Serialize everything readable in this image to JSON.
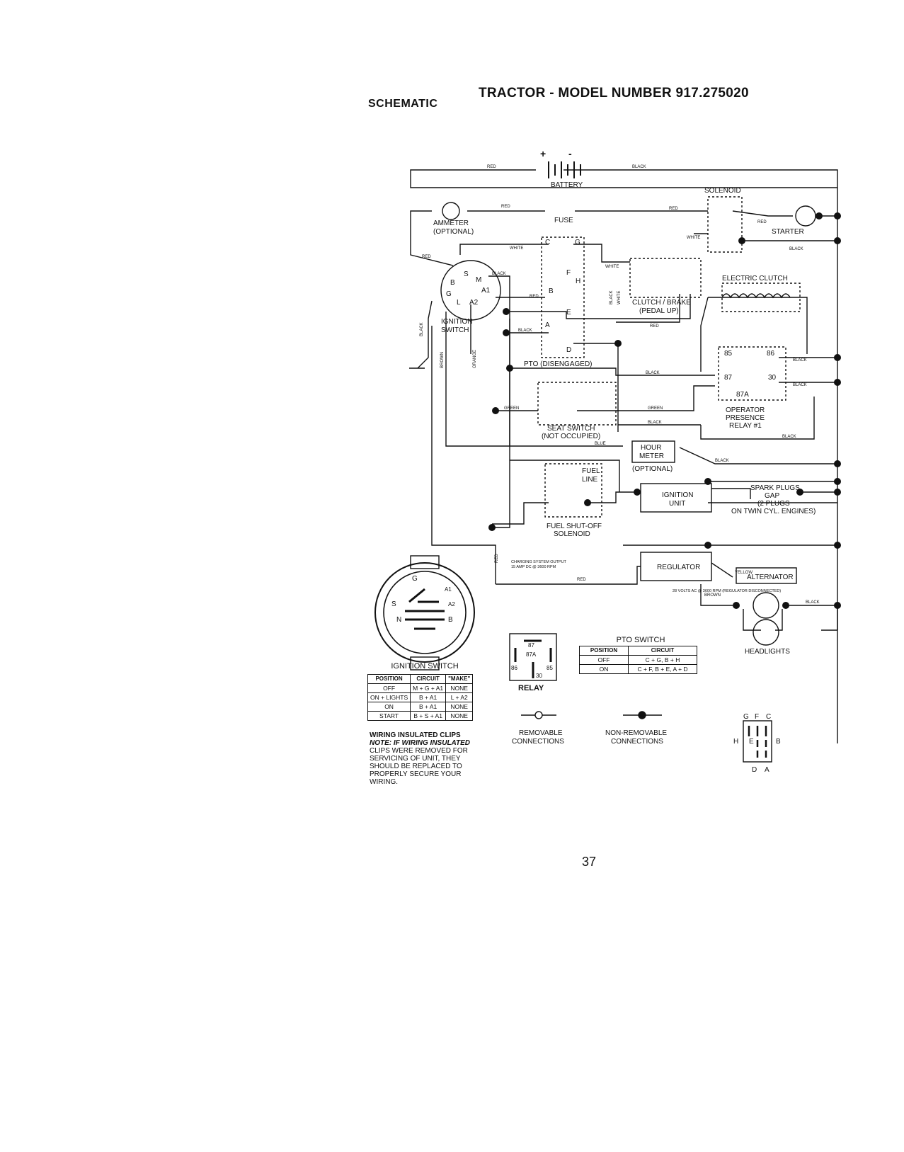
{
  "header": {
    "schematic_label": "SCHEMATIC",
    "title": "TRACTOR - MODEL NUMBER 917.275020"
  },
  "components": {
    "battery": "BATTERY",
    "plus": "+",
    "minus": "-",
    "solenoid": "SOLENOID",
    "ammeter": "AMMETER",
    "ammeter_opt": "(OPTIONAL)",
    "fuse": "FUSE",
    "starter": "STARTER",
    "ignition_switch": "IGNITION",
    "ignition_switch2": "SWITCH",
    "electric_clutch": "ELECTRIC CLUTCH",
    "clutch_brake": "CLUTCH / BRAKE",
    "pedal_up": "(PEDAL UP)",
    "pto": "PTO (DISENGAGED)",
    "opr1": "OPERATOR",
    "opr2": "PRESENCE",
    "opr3": "RELAY #1",
    "seat1": "SEAT SWITCH",
    "seat2": "(NOT OCCUPIED)",
    "hour1": "HOUR",
    "hour2": "METER",
    "hour_opt": "(OPTIONAL)",
    "fuel1": "FUEL",
    "fuel2": "LINE",
    "fss1": "FUEL SHUT-OFF",
    "fss2": "SOLENOID",
    "ign_unit1": "IGNITION",
    "ign_unit2": "UNIT",
    "spark1": "SPARK PLUGS",
    "spark2": "GAP",
    "spark3": "(2 PLUGS",
    "spark4": "ON TWIN CYL. ENGINES)",
    "regulator": "REGULATOR",
    "alternator": "ALTERNATOR",
    "charging1": "CHARGING SYSTEM OUTPUT",
    "charging2": "15 AMP DC @ 3600 RPM",
    "alt_ac": "28 VOLTS AC @ 3600 RPM (REGULATOR DISCONNECTED)",
    "headlights": "HEADLIGHTS",
    "relay": "RELAY",
    "removable1": "REMOVABLE",
    "removable2": "CONNECTIONS",
    "nonremovable1": "NON-REMOVABLE",
    "nonremovable2": "CONNECTIONS"
  },
  "wire_labels": {
    "red": "RED",
    "black": "BLACK",
    "white": "WHITE",
    "green": "GREEN",
    "blue": "BLUE",
    "brown": "BROWN",
    "orange": "ORANGE",
    "yellow": "YELLOW"
  },
  "terminals": {
    "ign": [
      "B",
      "S",
      "M",
      "G",
      "A1",
      "L",
      "A2"
    ],
    "pto": [
      "C",
      "G",
      "F",
      "H",
      "B",
      "E",
      "A",
      "D"
    ],
    "relay": [
      "85",
      "86",
      "87",
      "30",
      "87A"
    ],
    "connector": [
      "G",
      "F",
      "C",
      "H",
      "E",
      "B",
      "D",
      "A"
    ],
    "ign_face": [
      "G",
      "A1",
      "S",
      "A2",
      "N",
      "B"
    ],
    "relay_box": [
      "87",
      "87A",
      "86",
      "85",
      "30"
    ]
  },
  "ignition_table": {
    "title": "IGNITION SWITCH",
    "headers": [
      "POSITION",
      "CIRCUIT",
      "\"MAKE\""
    ],
    "rows": [
      [
        "OFF",
        "M + G + A1",
        "NONE"
      ],
      [
        "ON + LIGHTS",
        "B + A1",
        "L + A2"
      ],
      [
        "ON",
        "B + A1",
        "NONE"
      ],
      [
        "START",
        "B + S + A1",
        "NONE"
      ]
    ]
  },
  "pto_table": {
    "title": "PTO SWITCH",
    "headers": [
      "POSITION",
      "CIRCUIT"
    ],
    "rows": [
      [
        "OFF",
        "C + G, B + H"
      ],
      [
        "ON",
        "C + F, B + E, A + D"
      ]
    ]
  },
  "note": {
    "heading": "WIRING INSULATED CLIPS",
    "lead": "NOTE: IF WIRING INSULATED",
    "body": "CLIPS WERE REMOVED FOR SERVICING OF UNIT, THEY SHOULD BE REPLACED TO PROPERLY SECURE YOUR WIRING."
  },
  "page_number": "37"
}
